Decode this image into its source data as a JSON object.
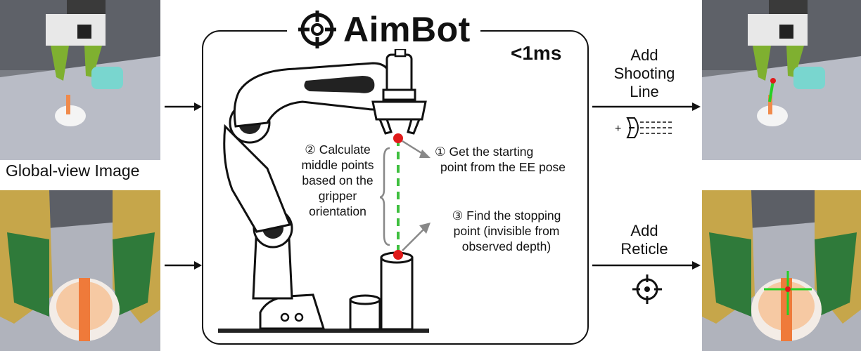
{
  "title": "AimBot",
  "speed": "<1ms",
  "labels": {
    "global_view": "Global-view Image"
  },
  "steps": {
    "calc": [
      "② Calculate",
      "middle points",
      "based on the",
      "gripper",
      "orientation"
    ],
    "start": [
      "① Get the starting",
      "point from the EE pose"
    ],
    "stop": [
      "③ Find the stopping",
      "point (invisible from",
      "observed depth)"
    ]
  },
  "actions": {
    "shooting_line": [
      "Add",
      "Shooting",
      "Line"
    ],
    "reticle": [
      "Add",
      "Reticle"
    ]
  },
  "colors": {
    "dot": "#e01b1b",
    "dashed": "#3fbf3f",
    "crosshair": "#25d025"
  },
  "icons": [
    "target-icon",
    "shooting-line-icon",
    "reticle-icon"
  ]
}
